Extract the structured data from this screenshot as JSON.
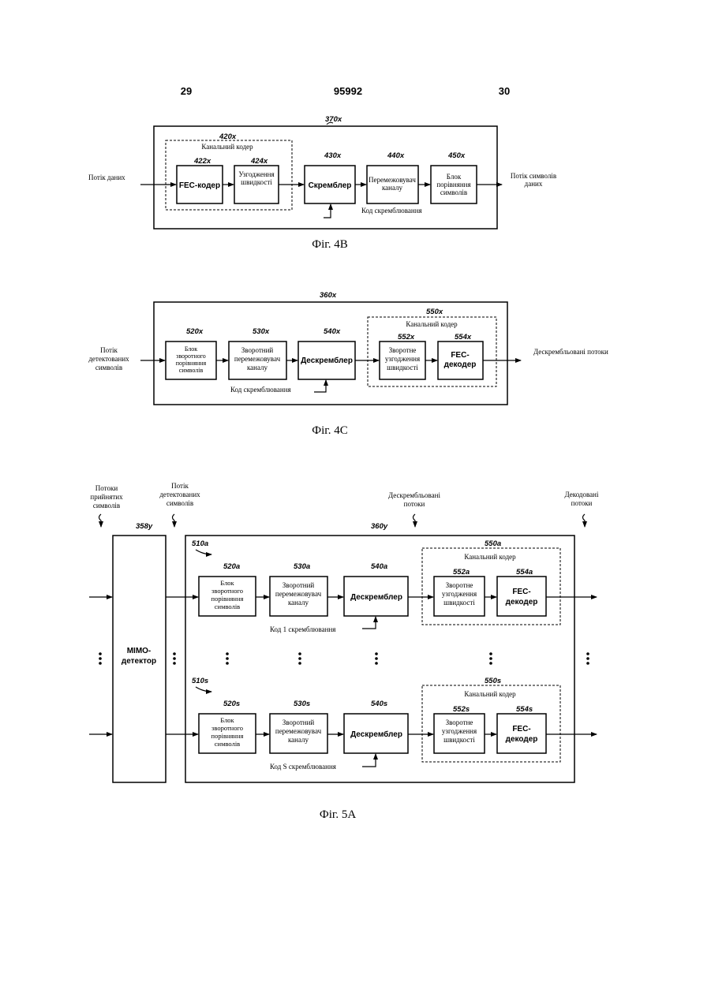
{
  "header": {
    "page_left": "29",
    "doc_number": "95992",
    "page_right": "30"
  },
  "fig4b": {
    "caption": "Фіг. 4B",
    "ref_outer": "370x",
    "ref_coder": "420x",
    "coder_label": "Канальний кодер",
    "ref_fec": "422x",
    "fec": "FEC-кодер",
    "ref_rate": "424x",
    "rate_1": "Узгодження",
    "rate_2": "швидкості",
    "ref_scr": "430x",
    "scr": "Скремблер",
    "ref_il": "440x",
    "il_1": "Перемежовувач",
    "il_2": "каналу",
    "ref_map": "450x",
    "map_1": "Блок",
    "map_2": "порівняння",
    "map_3": "символів",
    "input": "Потік даних",
    "output_1": "Потік символів",
    "output_2": "даних",
    "code": "Код скремблювання"
  },
  "fig4c": {
    "caption": "Фіг. 4C",
    "ref_outer": "360x",
    "ref_coder": "550x",
    "coder_label": "Канальний кодер",
    "ref_dm": "520x",
    "dm_1": "Блок",
    "dm_2": "зворотного",
    "dm_3": "порівняння",
    "dm_4": "символів",
    "ref_dil": "530x",
    "dil_1": "Зворотний",
    "dil_2": "перемежовувач",
    "dil_3": "каналу",
    "ref_dsc": "540x",
    "dsc": "Дескремблер",
    "ref_drm": "552x",
    "drm_1": "Зворотне",
    "drm_2": "узгодження",
    "drm_3": "швидкості",
    "ref_fec": "554x",
    "fec_1": "FEC-",
    "fec_2": "декодер",
    "input_1": "Потік",
    "input_2": "детектованих",
    "input_3": "символів",
    "output": "Дескрембльовані потоки",
    "code": "Код скремблювання"
  },
  "fig5a": {
    "caption": "Фіг. 5A",
    "recv_1": "Потоки",
    "recv_2": "прийнятих",
    "recv_3": "символів",
    "det_1": "Потік",
    "det_2": "детектованих",
    "det_3": "символів",
    "desc_1": "Дескрембльовані",
    "desc_2": "потоки",
    "dec_1": "Декодовані",
    "dec_2": "потоки",
    "ref_mimo": "358y",
    "mimo_1": "MIMO-",
    "mimo_2": "детектор",
    "ref_outer": "360y",
    "ref_proc_a": "510a",
    "ref_proc_s": "510s",
    "ref_dm_a": "520a",
    "ref_dm_s": "520s",
    "dm_1": "Блок",
    "dm_2": "зворотного",
    "dm_3": "порівняння",
    "dm_4": "символів",
    "ref_dil_a": "530a",
    "ref_dil_s": "530s",
    "dil_1": "Зворотний",
    "dil_2": "перемежовувач",
    "dil_3": "каналу",
    "ref_dsc_a": "540a",
    "ref_dsc_s": "540s",
    "dsc": "Дескремблер",
    "ref_coder_a": "550a",
    "ref_coder_s": "550s",
    "coder_label": "Канальний кодер",
    "ref_drm_a": "552a",
    "ref_drm_s": "552s",
    "drm_1": "Зворотне",
    "drm_2": "узгодження",
    "drm_3": "швидкості",
    "ref_fec_a": "554a",
    "ref_fec_s": "554s",
    "fec_1": "FEC-",
    "fec_2": "декодер",
    "code_a": "Код 1 скремблювання",
    "code_s": "Код S скремблювання"
  }
}
